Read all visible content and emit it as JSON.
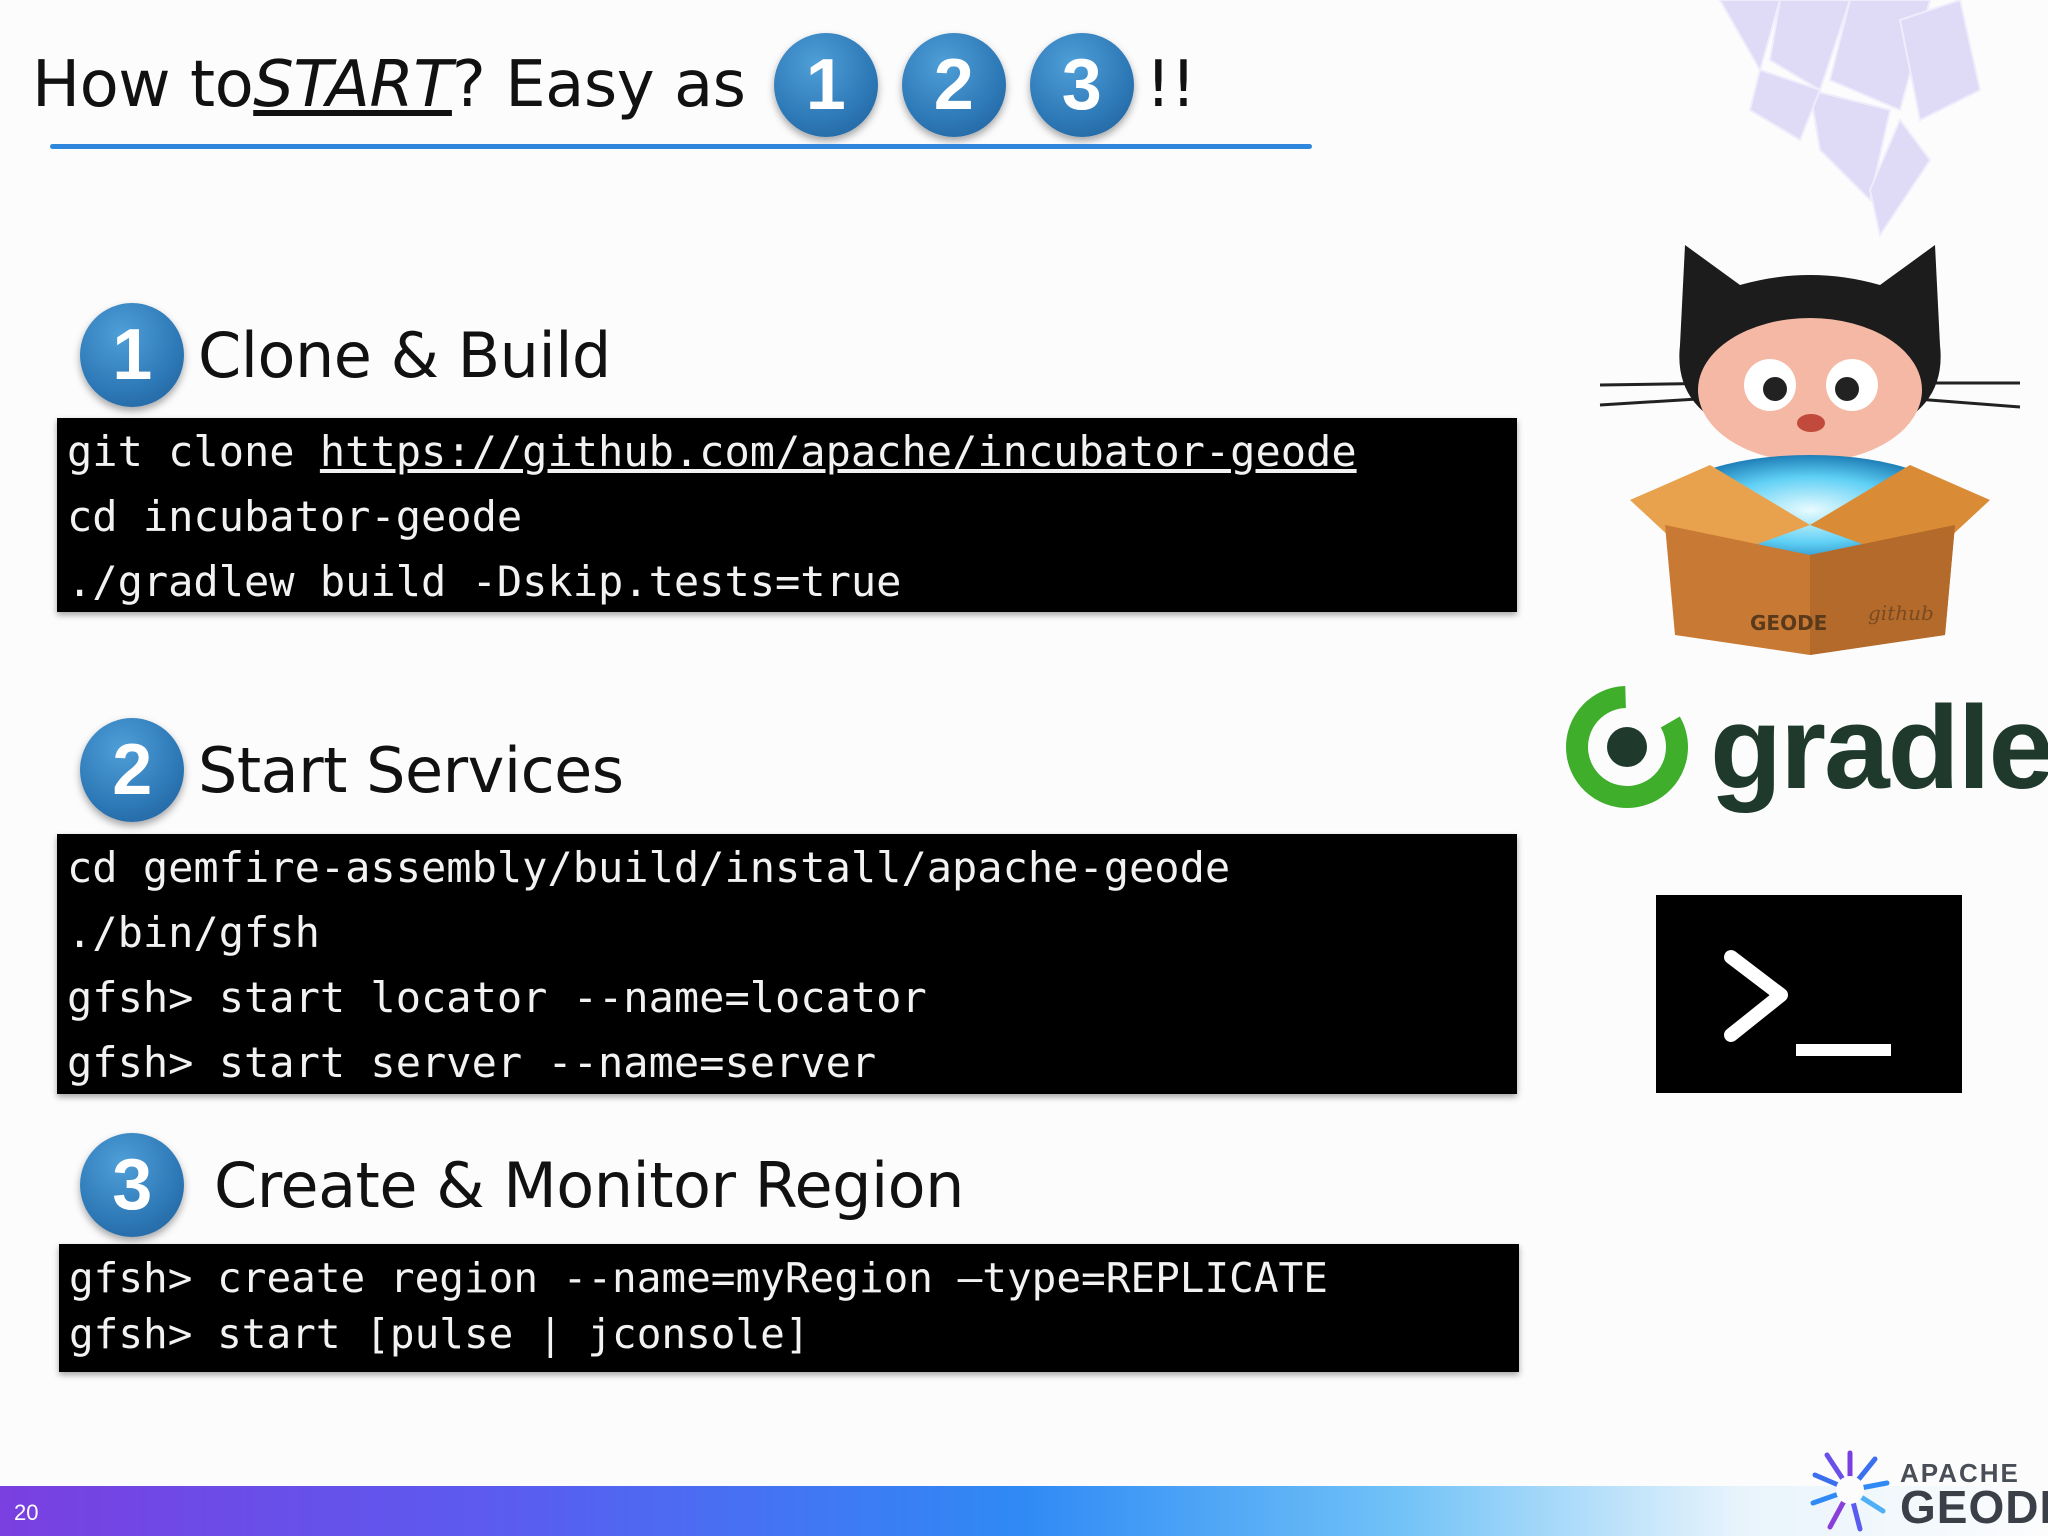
{
  "title": {
    "prefix": "How to ",
    "emphasis": "START",
    "suffix": "? Easy as",
    "steps": [
      "1",
      "2",
      "3"
    ],
    "exclaim": "!!"
  },
  "sections": [
    {
      "number": "1",
      "heading": "Clone & Build",
      "lines": [
        "https://github.com/apache/incubator-geode",
        "cd incubator-geode",
        "./gradlew build -Dskip.tests=true"
      ],
      "first_line_prefix": "git clone "
    },
    {
      "number": "2",
      "heading": "Start Services",
      "lines": [
        "cd gemfire-assembly/build/install/apache-geode",
        "./bin/gfsh",
        "gfsh> start locator --name=locator",
        "gfsh> start server --name=server"
      ]
    },
    {
      "number": "3",
      "heading": "Create & Monitor Region",
      "lines": [
        "gfsh> create region --name=myRegion —type=REPLICATE",
        "gfsh> start [pulse | jconsole]"
      ]
    }
  ],
  "icons": {
    "octocat": "github-octocat-geode-box-icon",
    "gradle": "gradle-logo-icon",
    "terminal": "terminal-prompt-icon"
  },
  "octocat_box_labels": {
    "left": "GEODE",
    "right": "github"
  },
  "gradle_label": "gradle",
  "footer": {
    "slide_number": "20",
    "brand_top": "APACHE",
    "brand_name": "GEODE"
  },
  "colors": {
    "step_circle": "#2d78b6",
    "underline": "#2f87dd",
    "gradle_green": "#3fae2a",
    "footer_start": "#7a3fe0",
    "footer_mid": "#2f8af5"
  }
}
